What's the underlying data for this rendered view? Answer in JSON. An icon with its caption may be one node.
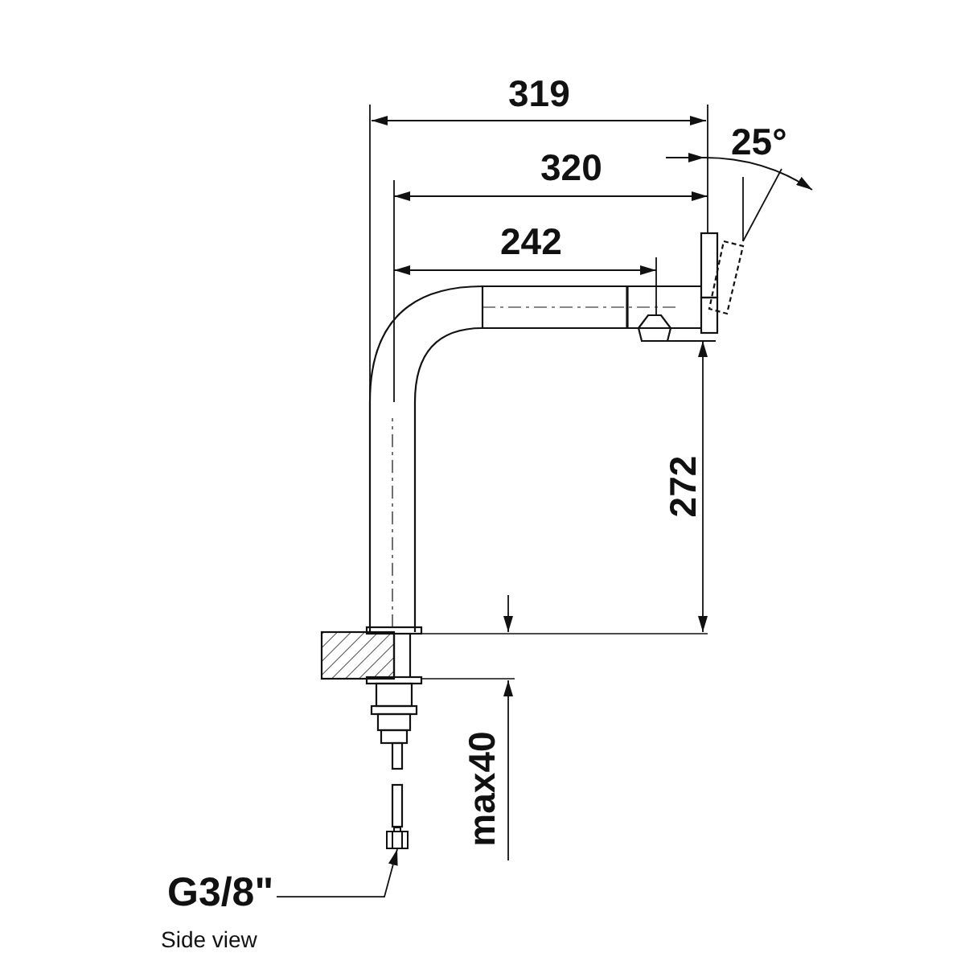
{
  "diagram": {
    "caption": "Side view",
    "nodes": [
      {
        "text": [
          "G3/8\""
        ]
      },
      {
        "text": [],
        "shape": "picture"
      }
    ],
    "edges": [
      {
        "from": 0,
        "to": 1,
        "arrow": "to"
      }
    ],
    "labels": [
      "319",
      "25°",
      "320",
      "242",
      "272",
      "max40"
    ]
  }
}
